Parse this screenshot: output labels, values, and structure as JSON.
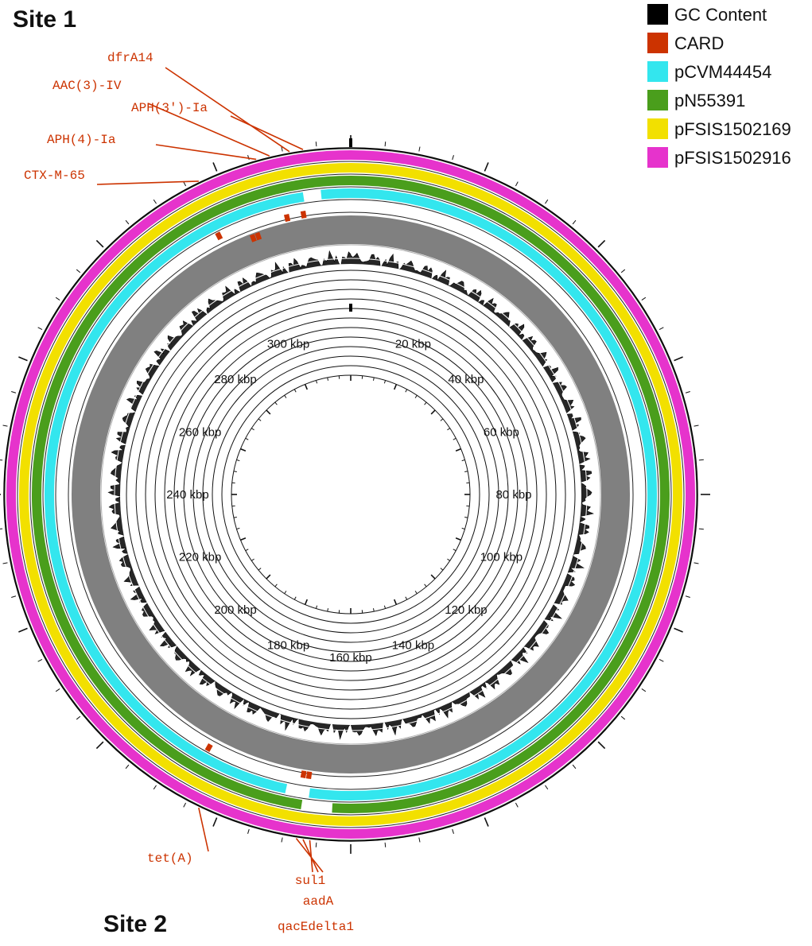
{
  "sites": {
    "site1": "Site 1",
    "site2": "Site 2"
  },
  "legend": [
    {
      "label": "GC Content",
      "color": "#000000"
    },
    {
      "label": "CARD",
      "color": "#cc3300"
    },
    {
      "label": "pCVM44454",
      "color": "#33e6ee"
    },
    {
      "label": "pN55391",
      "color": "#4a9e1c"
    },
    {
      "label": "pFSIS1502169",
      "color": "#f2e000"
    },
    {
      "label": "pFSIS1502916",
      "color": "#e633cc"
    }
  ],
  "genome": {
    "total_kbp": 320,
    "unit": "kbp",
    "position_labels": [
      "20 kbp",
      "40 kbp",
      "60 kbp",
      "80 kbp",
      "100 kbp",
      "120 kbp",
      "140 kbp",
      "160 kbp",
      "180 kbp",
      "200 kbp",
      "220 kbp",
      "240 kbp",
      "260 kbp",
      "280 kbp",
      "300 kbp"
    ],
    "position_values": [
      20,
      40,
      60,
      80,
      100,
      120,
      140,
      160,
      180,
      200,
      220,
      240,
      260,
      280,
      300
    ]
  },
  "genes": [
    {
      "name": "dfrA14",
      "kbp": 311
    },
    {
      "name": "AAC(3)-IV",
      "kbp": 308
    },
    {
      "name": "APH(3')-Ia",
      "kbp": 313
    },
    {
      "name": "APH(4)-Ia",
      "kbp": 306
    },
    {
      "name": "CTX-M-65",
      "kbp": 297
    },
    {
      "name": "tet(A)",
      "kbp": 183
    },
    {
      "name": "sul1",
      "kbp": 166
    },
    {
      "name": "aadA",
      "kbp": 167
    },
    {
      "name": "qacEdelta1",
      "kbp": 168
    }
  ],
  "tracks": {
    "pCVM44454_gaps_kbp": [
      [
        167,
        171
      ],
      [
        312,
        315
      ]
    ],
    "pN55391_gaps_kbp": [
      [
        163,
        168
      ]
    ]
  },
  "colors": {
    "card": "#cc3300",
    "gc_ring": "#808080",
    "backbone": "#000000"
  }
}
